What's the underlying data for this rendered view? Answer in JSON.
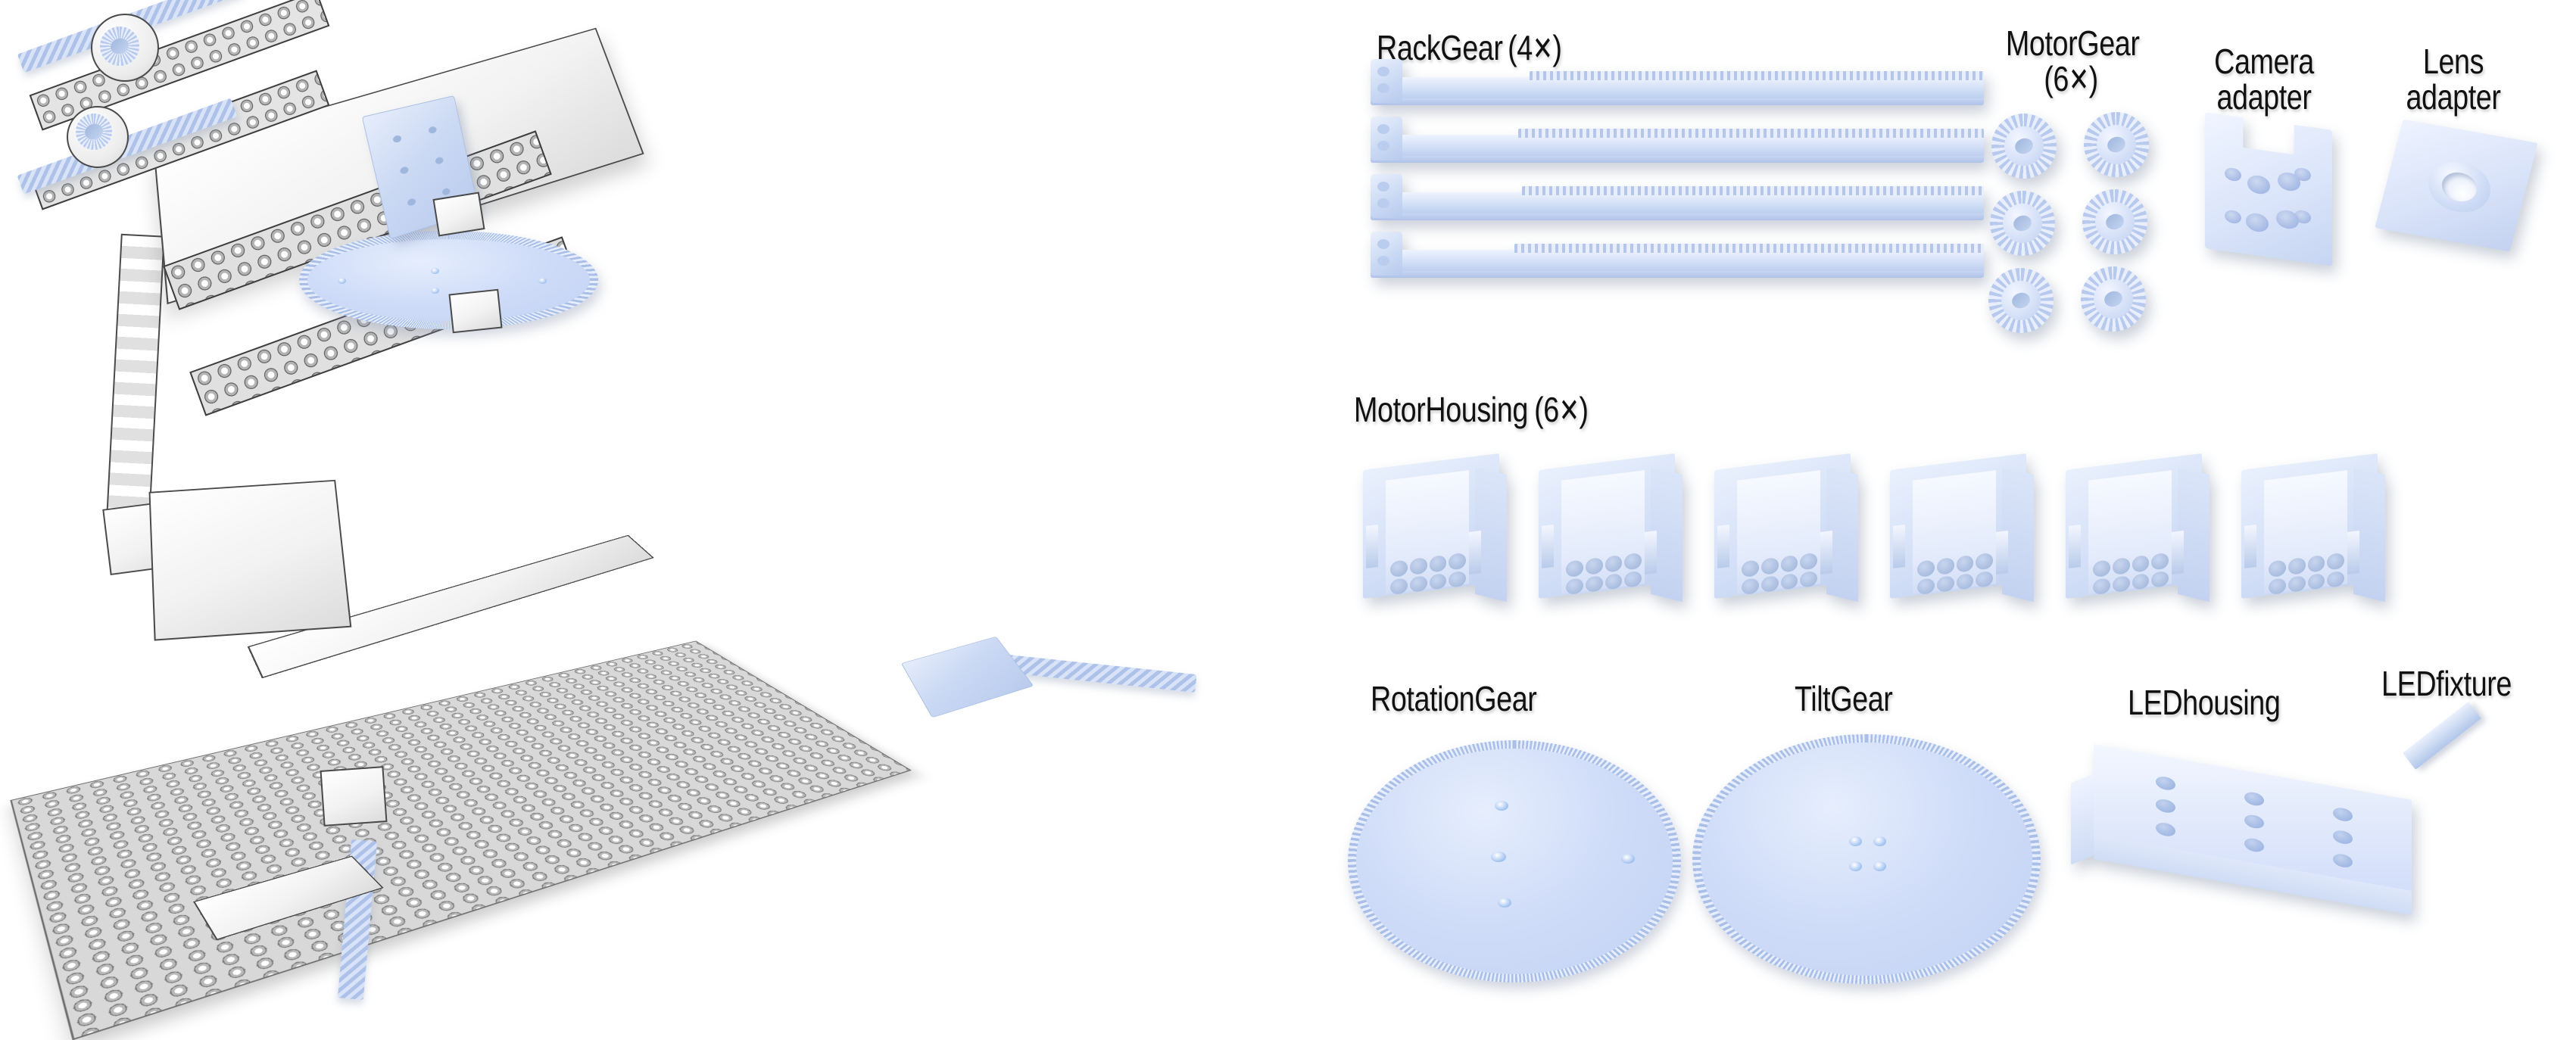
{
  "figure": {
    "type": "technical-assembly-figure",
    "background_color": "#ffffff",
    "part_color": "#c8d7f1",
    "lego_color": "#e9e9e9",
    "label_color": "#111111"
  },
  "left_panel": {
    "name": "LEGO motorized camera rig assembly",
    "description": "Isometric CAD render of a LEGO baseplate rig with motorized rack-and-pinion stages, a large blue RotationGear turntable, a tilting blue TiltGear platform, blue RackGear strips and white LEGO bricks."
  },
  "right_panel": {
    "parts": [
      {
        "id": "rack-gear",
        "label_line1": "RackGear",
        "qty_open": "(",
        "qty_num": "4",
        "qty_x": "✕",
        "qty_close": ")",
        "count": 4
      },
      {
        "id": "motor-gear",
        "label_line1": "MotorGear",
        "qty_open": "(",
        "qty_num": "6",
        "qty_x": "✕",
        "qty_close": ")",
        "count": 6
      },
      {
        "id": "camera-adapter",
        "label_line1": "Camera",
        "label_line2": "adapter",
        "count": 1
      },
      {
        "id": "lens-adapter",
        "label_line1": "Lens",
        "label_line2": "adapter",
        "count": 1
      },
      {
        "id": "motor-housing",
        "label_line1": "MotorHousing",
        "qty_open": "(",
        "qty_num": "6",
        "qty_x": "✕",
        "qty_close": ")",
        "count": 6
      },
      {
        "id": "rotation-gear",
        "label_line1": "RotationGear",
        "count": 1
      },
      {
        "id": "tilt-gear",
        "label_line1": "TiltGear",
        "count": 1
      },
      {
        "id": "led-housing",
        "label_line1": "LEDhousing",
        "count": 1
      },
      {
        "id": "led-fixture",
        "label_line1": "LEDfixture",
        "count": 1
      }
    ]
  }
}
